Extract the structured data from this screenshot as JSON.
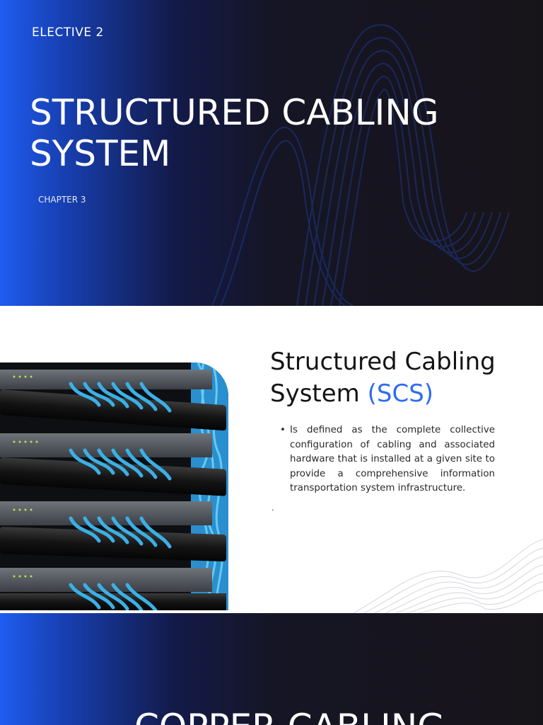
{
  "slide1": {
    "kicker": "ELECTIVE 2",
    "title": "STRUCTURED CABLING SYSTEM",
    "chapter": "CHAPTER 3"
  },
  "slide2": {
    "heading_main": "Structured Cabling System",
    "heading_accent": "(SCS)",
    "bullets": [
      "Is defined as the complete collective configuration of cabling and associated hardware that is installed at a given site to provide a comprehensive information transportation system infrastructure."
    ],
    "trailing_mark": ".",
    "image_alt": "network rack with patch panels and blue cables"
  },
  "slide3": {
    "title": "COPPER CABLING"
  },
  "colors": {
    "accent_blue": "#2e6bf2",
    "dark_bg": "#171419",
    "gradient_blue": "#1f5cf0",
    "cable_blue": "#3ab0e6"
  }
}
